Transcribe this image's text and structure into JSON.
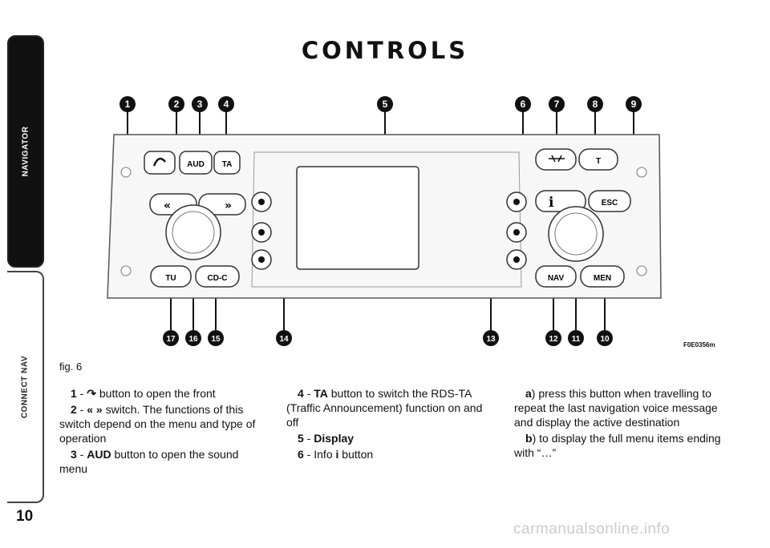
{
  "sidebar": {
    "navigator": "NAVIGATOR",
    "connect_nav": "CONNECT NAV"
  },
  "page": {
    "number": "10",
    "title": "CONTROLS"
  },
  "figure": {
    "code": "F0E0356m",
    "caption": "fig. 6",
    "callouts": [
      "1",
      "2",
      "3",
      "4",
      "5",
      "6",
      "7",
      "8",
      "9",
      "10",
      "11",
      "12",
      "13",
      "14",
      "15",
      "16",
      "17"
    ],
    "button_labels": {
      "aud": "AUD",
      "ta": "TA",
      "t": "T",
      "esc": "ESC",
      "tu": "TU",
      "cdc": "CD-C",
      "nav": "NAV",
      "men": "MEN"
    }
  },
  "items": {
    "item1": {
      "num": "1",
      "text": "button to open the front"
    },
    "item2": {
      "num": "2",
      "text": "switch. The functions of this switch depend on the menu and type of operation"
    },
    "item3": {
      "num": "3",
      "label": "AUD",
      "text": "button to open the sound menu"
    },
    "item4": {
      "num": "4",
      "label": "TA",
      "text": "button to switch the RDS-TA (Traffic Announcement) function on and off"
    },
    "item5": {
      "num": "5",
      "label": "Display"
    },
    "item6": {
      "num": "6",
      "pre": "Info",
      "label": "i",
      "text": "button"
    },
    "itema": {
      "letter": "a",
      "text": ") press this button when travelling to repeat the last navigation voice message and display the active destination"
    },
    "itemb": {
      "letter": "b",
      "text": ") to display the full menu items ending with “…”"
    }
  },
  "watermark": "carmanualsonline.info"
}
